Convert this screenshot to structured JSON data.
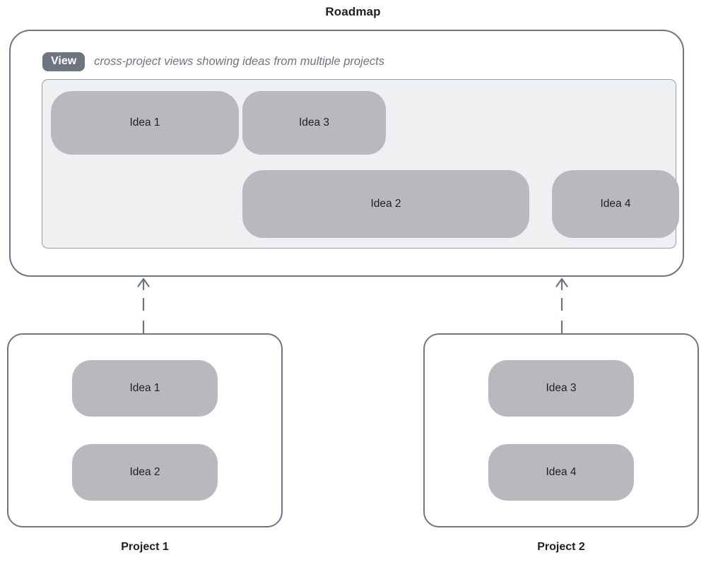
{
  "diagram": {
    "title": "Roadmap",
    "colors": {
      "border": "#6e7582",
      "pill_fill": "#b7b9bf",
      "panel_fill": "#eff0f2",
      "badge_fill": "#6e7582",
      "text": "#1f2024",
      "muted_text": "#6e7582",
      "canvas": "#ffffff"
    }
  },
  "roadmap": {
    "badge_label": "View",
    "description": "cross-project views showing ideas from multiple projects",
    "panel_ideas": [
      {
        "label": "Idea 1",
        "row": 1,
        "column": 1
      },
      {
        "label": "Idea 3",
        "row": 1,
        "column": 2
      },
      {
        "label": "Idea 2",
        "row": 2,
        "column": 2
      },
      {
        "label": "Idea 4",
        "row": 2,
        "column": 3
      }
    ]
  },
  "projects": [
    {
      "label": "Project 1",
      "ideas": [
        {
          "label": "Idea 1"
        },
        {
          "label": "Idea 2"
        }
      ]
    },
    {
      "label": "Project 2",
      "ideas": [
        {
          "label": "Idea 3"
        },
        {
          "label": "Idea 4"
        }
      ]
    }
  ],
  "connectors": [
    {
      "from": "Project 1",
      "to": "Roadmap",
      "style": "dashed",
      "arrow": "up"
    },
    {
      "from": "Project 2",
      "to": "Roadmap",
      "style": "dashed",
      "arrow": "up"
    }
  ]
}
